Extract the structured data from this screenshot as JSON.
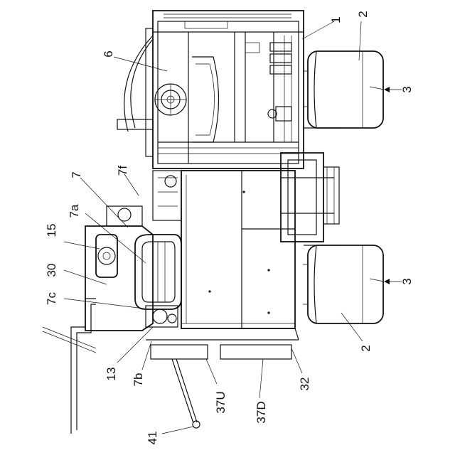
{
  "labels": {
    "l1": "1",
    "l2a": "2",
    "l2b": "2",
    "l3a": "3",
    "l3b": "3",
    "l6": "6",
    "l7": "7",
    "l7a": "7a",
    "l7b": "7b",
    "l7c": "7c",
    "l7f": "7f",
    "l13": "13",
    "l15": "15",
    "l30": "30",
    "l32": "32",
    "l37U": "37U",
    "l37D": "37D",
    "l41": "41"
  }
}
